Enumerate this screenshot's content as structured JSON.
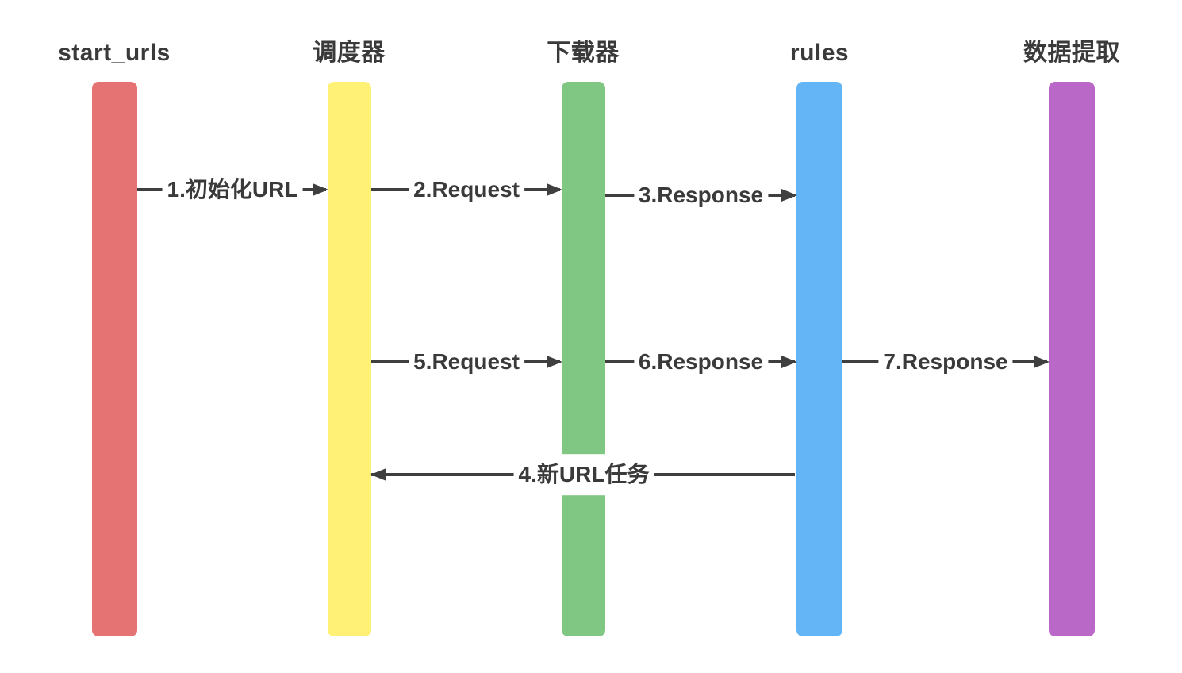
{
  "diagram_type": "sequence-flow",
  "colors": {
    "line": "#3F3F3F",
    "text": "#3A3A3A",
    "background": "#FFFFFF"
  },
  "lanes": [
    {
      "label": "start_urls",
      "color": "#E57373"
    },
    {
      "label": "调度器",
      "color": "#FFF176"
    },
    {
      "label": "下载器",
      "color": "#81C784"
    },
    {
      "label": "rules",
      "color": "#64B5F6"
    },
    {
      "label": "数据提取",
      "color": "#BA68C8"
    }
  ],
  "arrows": [
    {
      "label": "1.初始化URL",
      "from": "start_urls",
      "to": "调度器",
      "direction": "right"
    },
    {
      "label": "2.Request",
      "from": "调度器",
      "to": "下载器",
      "direction": "right"
    },
    {
      "label": "3.Response",
      "from": "下载器",
      "to": "rules",
      "direction": "right"
    },
    {
      "label": "4.新URL任务",
      "from": "rules",
      "to": "调度器",
      "direction": "left"
    },
    {
      "label": "5.Request",
      "from": "调度器",
      "to": "下载器",
      "direction": "right"
    },
    {
      "label": "6.Response",
      "from": "下载器",
      "to": "rules",
      "direction": "right"
    },
    {
      "label": "7.Response",
      "from": "rules",
      "to": "数据提取",
      "direction": "right"
    }
  ]
}
